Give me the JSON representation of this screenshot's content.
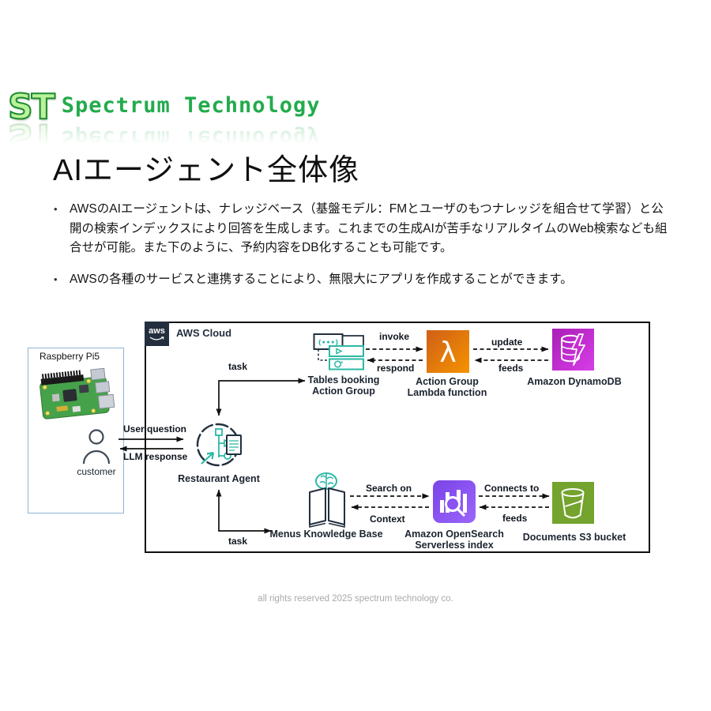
{
  "logo": {
    "st": "ST",
    "name": "Spectrum Technology"
  },
  "title": "AIエージェント全体像",
  "bullets": [
    "AWSのAIエージェントは、ナレッジベース（基盤モデル：FMとユーザのもつナレッジを組合せて学習）と公開の検索インデックスにより回答を生成します。これまでの生成AIが苦手なリアルタイムのWeb検索なども組合せが可能。また下のように、予約内容をDB化することも可能です。",
    "AWSの各種のサービスと連携することにより、無限大にアプリを作成することができます。"
  ],
  "diagram": {
    "aws_logo_text": "aws",
    "cloud_label": "AWS Cloud",
    "device_label": "Raspberry Pi5",
    "labels": {
      "customer": "customer",
      "agent": "Restaurant Agent",
      "action_group": "Tables booking Action Group",
      "lambda": "Action Group Lambda function",
      "dynamodb": "Amazon DynamoDB",
      "kb": "Menus Knowledge Base",
      "opensearch": "Amazon OpenSearch Serverless index",
      "s3": "Documents S3 bucket"
    },
    "connectors": {
      "user_question": "User question",
      "llm_response": "LLM response",
      "task_top": "task",
      "task_bottom": "task",
      "invoke": "invoke",
      "respond": "respond",
      "update": "update",
      "feeds_top": "feeds",
      "search_on": "Search on",
      "context": "Context",
      "connects_to": "Connects to",
      "feeds_bottom": "feeds"
    },
    "icon_glyphs": {
      "lambda": "λ",
      "action_dots": "(•••)"
    }
  },
  "footer": "all rights reserved 2025 spectrum technology co.",
  "colors": {
    "lambda_orange": "#E8821D",
    "dynamodb_magenta": "#C92BD3",
    "opensearch_purple": "#8A53F4",
    "s3_green": "#74A32E",
    "aws_dark": "#232F3E",
    "teal_outline": "#2EB8A5",
    "logo_green": "#23AB4D",
    "device_border_blue": "#8FB4D4"
  }
}
